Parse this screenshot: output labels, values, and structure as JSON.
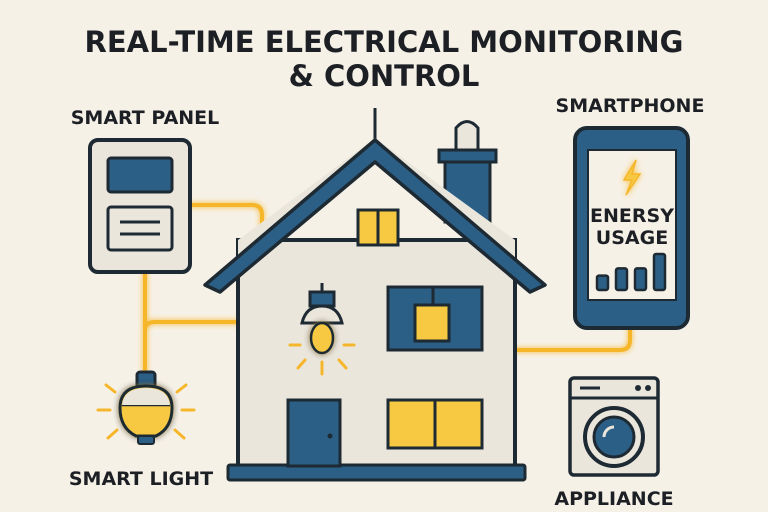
{
  "title": {
    "line1": "REAL-TIME ELECTRICAL MONITORING",
    "line2": "& CONTROL"
  },
  "labels": {
    "smart_panel": "SMART PANEL",
    "smartphone": "SMARTPHONE",
    "smart_light": "SMART LIGHT",
    "appliance": "APPLIANCE"
  },
  "phone_screen": {
    "line1": "ENERSY",
    "line2": "USAGE",
    "icon": "lightning-icon",
    "bars": [
      2,
      3,
      3,
      5
    ]
  },
  "colors": {
    "background": "#f6f1e7",
    "outline": "#1e2a33",
    "blue": "#2b5f86",
    "yellow": "#f7c942",
    "wire": "#f6b62c",
    "wall": "#ebe6dc"
  }
}
